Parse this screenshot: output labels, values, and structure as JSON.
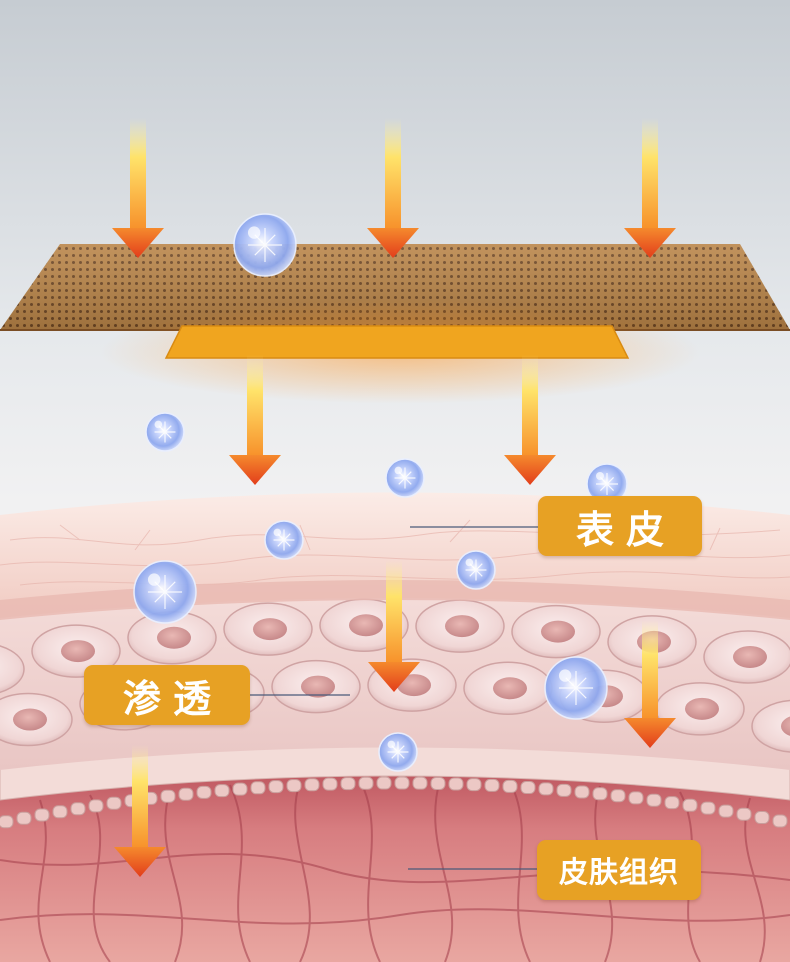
{
  "labels": {
    "epidermis": "表皮",
    "penetration": "渗透",
    "skin_tissue": "皮肤组织"
  },
  "colors": {
    "background_top": "#c9ced3",
    "patch": "#b17c45",
    "gel_pad": "#f0a51f",
    "arrow_head": "#e8461e",
    "arrow_tail": "#ffe36a",
    "label_bg": "#e7a124",
    "label_text": "#ffffff",
    "epidermis": "#f6d9d1",
    "dermis": "#c8666f",
    "bubble": "#9fb6f5"
  }
}
